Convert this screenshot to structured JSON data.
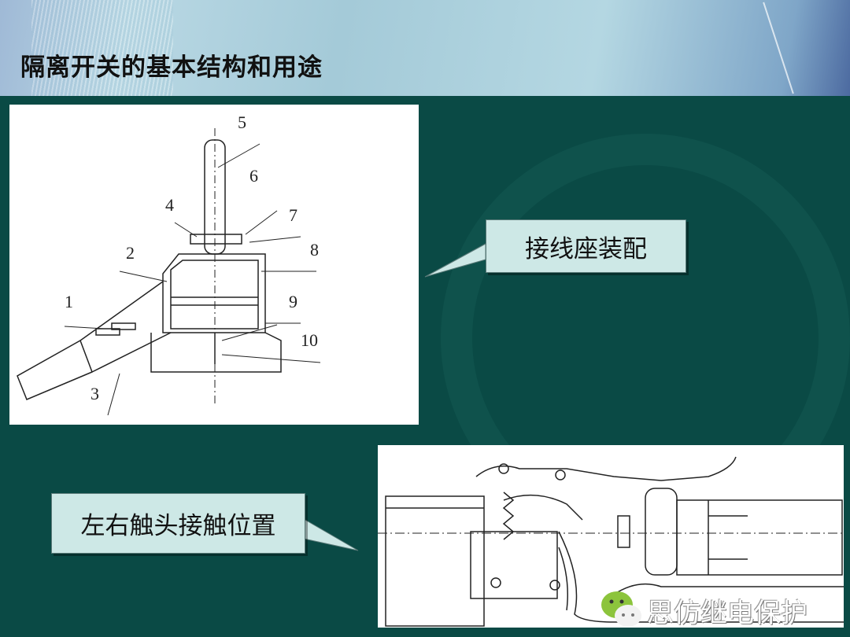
{
  "slide": {
    "title": "隔离开关的基本结构和用途",
    "callouts": [
      "接线座装配",
      "左右触头接触位置"
    ],
    "diagram_labels": [
      "1",
      "2",
      "3",
      "4",
      "5",
      "6",
      "7",
      "8",
      "9",
      "10"
    ],
    "watermark": "思仿继电保护",
    "colors": {
      "background": "#0a4a45",
      "callout": "#cde8e6"
    }
  }
}
